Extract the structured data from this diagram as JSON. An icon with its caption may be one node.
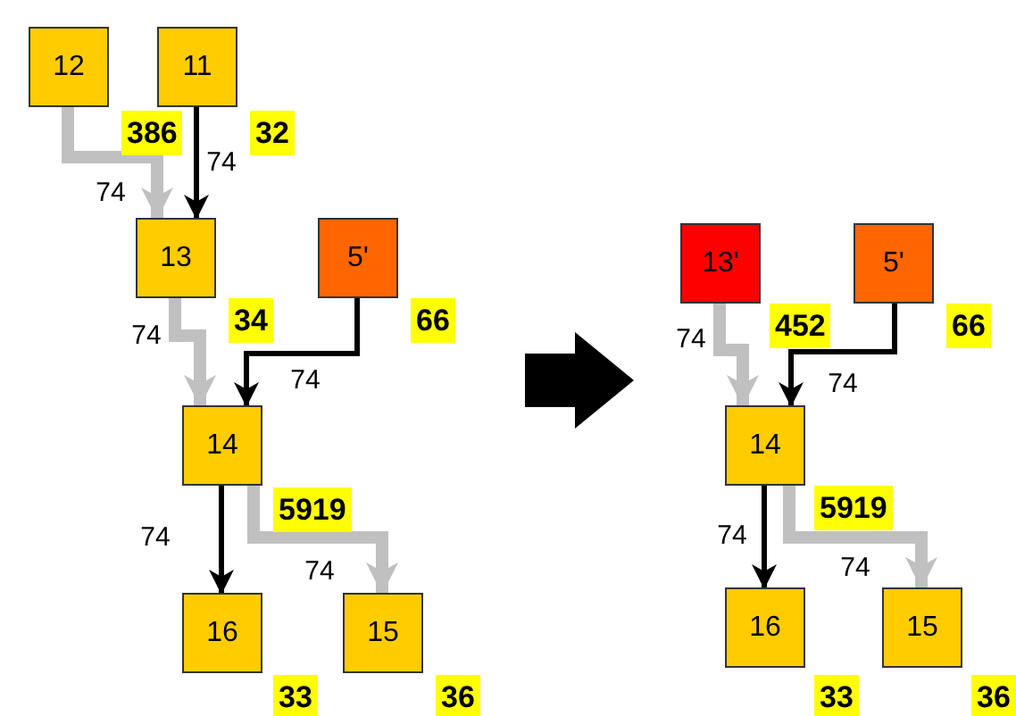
{
  "diagram": {
    "nodes": [
      {
        "text": [
          "12"
        ]
      },
      {
        "text": [
          "11"
        ],
        "beside": [
          "32"
        ]
      },
      {
        "text": [
          "13"
        ]
      },
      {
        "text": [
          "5'"
        ],
        "beside": [
          "66"
        ]
      },
      {
        "text": [
          "14"
        ],
        "beside": [
          "5919"
        ]
      },
      {
        "text": [
          "16"
        ],
        "beside": [
          "33"
        ]
      },
      {
        "text": [
          "15"
        ],
        "beside": [
          "36"
        ]
      },
      {
        "text": [
          "13'"
        ]
      },
      {
        "text": [
          "5'"
        ],
        "beside": [
          "66"
        ]
      },
      {
        "text": [
          "14"
        ],
        "beside": [
          "5919"
        ]
      },
      {
        "text": [
          "16"
        ],
        "beside": [
          "33"
        ]
      },
      {
        "text": [
          "15"
        ],
        "beside": [
          "36"
        ]
      }
    ],
    "edges": [
      {
        "from": 0,
        "to": 2,
        "arrow": "to",
        "label": "74",
        "style": "thick",
        "color": "#c0c0c0"
      },
      {
        "from": 1,
        "to": 2,
        "arrow": "to",
        "label": "74",
        "color": "#000000"
      },
      {
        "from": 2,
        "to": 4,
        "arrow": "to",
        "label": "74",
        "style": "thick",
        "color": "#c0c0c0"
      },
      {
        "from": 3,
        "to": 4,
        "arrow": "to",
        "label": "74",
        "color": "#000000"
      },
      {
        "from": 4,
        "to": 5,
        "arrow": "to",
        "label": "74",
        "color": "#000000"
      },
      {
        "from": 4,
        "to": 6,
        "arrow": "to",
        "label": "74",
        "style": "thick",
        "color": "#c0c0c0"
      },
      {
        "from": 7,
        "to": 9,
        "arrow": "to",
        "label": "74",
        "style": "thick",
        "color": "#c0c0c0"
      },
      {
        "from": 8,
        "to": 9,
        "arrow": "to",
        "label": "74",
        "color": "#000000"
      },
      {
        "from": 9,
        "to": 10,
        "arrow": "to",
        "label": "74",
        "color": "#000000"
      },
      {
        "from": 9,
        "to": 11,
        "arrow": "to",
        "label": "74",
        "style": "thick",
        "color": "#c0c0c0"
      }
    ],
    "labels": [
      "386",
      "34",
      "452"
    ]
  }
}
